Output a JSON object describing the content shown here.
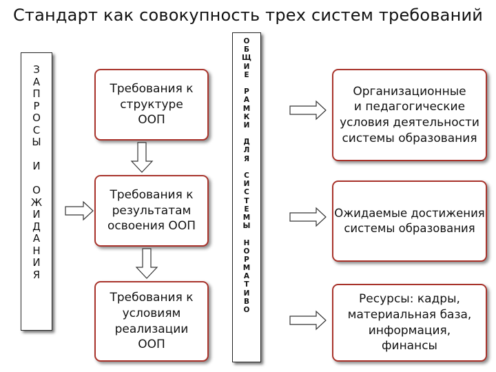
{
  "title": "Стандарт как совокупность трех систем требований",
  "left_column": {
    "letters": [
      "З",
      "А",
      "П",
      "Р",
      "О",
      "С",
      "Ы",
      "",
      "И",
      "",
      "О",
      "Ж",
      "И",
      "Д",
      "А",
      "Н",
      "И",
      "Я"
    ]
  },
  "center_column": {
    "letters": [
      "О",
      "Б",
      "Щ",
      "И",
      "Е",
      "",
      "Р",
      "А",
      "М",
      "К",
      "И",
      "",
      "Д",
      "Л",
      "Я",
      "",
      "С",
      "И",
      "С",
      "Т",
      "Е",
      "М",
      "Ы",
      "",
      "Н",
      "О",
      "Р",
      "М",
      "А",
      "Т",
      "И",
      "В",
      "О"
    ]
  },
  "requirements": [
    {
      "label": "Требования к\nструктуре\nООП"
    },
    {
      "label": "Требования к\nрезультатам\nосвоения ООП"
    },
    {
      "label": "Требования к\nусловиям\nреализации\nООП"
    }
  ],
  "outcomes": [
    {
      "label": "Организационные\nи педагогические\nусловия деятельности\nсистемы образования"
    },
    {
      "label": "Ожидаемые достижения\nсистемы образования"
    },
    {
      "label": "Ресурсы: кадры,\nматериальная база,\nинформация,\nфинансы"
    }
  ]
}
